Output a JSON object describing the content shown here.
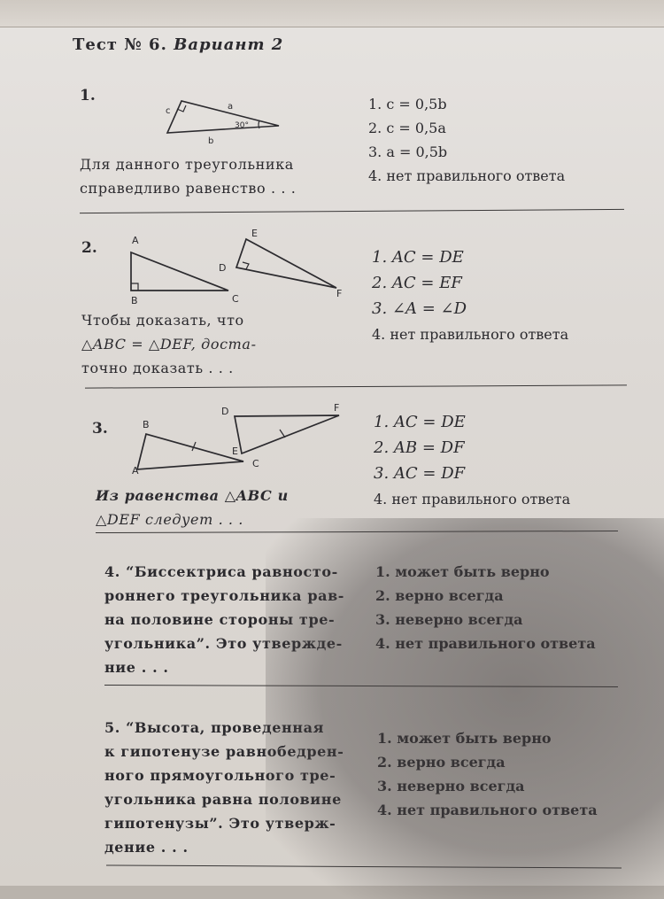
{
  "header": {
    "test": "Тест № 6.",
    "variant": "Вариант 2"
  },
  "questions": [
    {
      "number": "1.",
      "text_lines": [
        "Для данного треугольника",
        "справедливо равенство . . ."
      ],
      "figure_labels": {
        "a": "a",
        "b": "b",
        "c": "c",
        "angle": "30°"
      },
      "answers": [
        "1. c = 0,5b",
        "2. c = 0,5a",
        "3. a = 0,5b",
        "4. нет правильного ответа"
      ]
    },
    {
      "number": "2.",
      "text_lines": [
        "Чтобы доказать, что",
        "△ABC  =  △DEF, доста-",
        "точно доказать . . ."
      ],
      "figure_labels": {
        "A": "A",
        "B": "B",
        "C": "C",
        "D": "D",
        "E": "E",
        "F": "F"
      },
      "answers": [
        "1. AC = DE",
        "2. AC = EF",
        "3. ∠A = ∠D",
        "4. нет правильного ответа"
      ]
    },
    {
      "number": "3.",
      "text_lines": [
        "Из  равенства  △ABC  и",
        "△DEF следует . . ."
      ],
      "figure_labels": {
        "A": "A",
        "B": "B",
        "C": "C",
        "D": "D",
        "E": "E",
        "F": "F"
      },
      "answers": [
        "1. AC = DE",
        "2. AB = DF",
        "3. AC = DF",
        "4. нет правильного ответа"
      ]
    },
    {
      "number": "4.",
      "text_lines": [
        "“Биссектриса равносто-",
        "роннего треугольника рав-",
        "на половине стороны тре-",
        "угольника”. Это утвержде-",
        "ние . . ."
      ],
      "answers": [
        "1. может быть верно",
        "2. верно всегда",
        "3. неверно всегда",
        "4. нет правильного ответа"
      ]
    },
    {
      "number": "5.",
      "text_lines": [
        "“Высота,  проведенная",
        "к гипотенузе равнобедрен-",
        "ного прямоугольного тре-",
        "угольника равна половине",
        "гипотенузы”. Это утверж-",
        "дение . . ."
      ],
      "answers": [
        "1. может быть верно",
        "2. верно всегда",
        "3. неверно всегда",
        "4. нет правильного ответа"
      ]
    }
  ]
}
